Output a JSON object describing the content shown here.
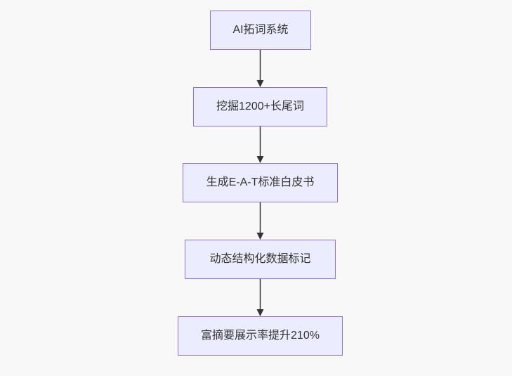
{
  "diagram": {
    "type": "flowchart",
    "direction": "top-down",
    "nodes": [
      {
        "label": "AI拓词系统"
      },
      {
        "label": "挖掘1200+长尾词"
      },
      {
        "label": "生成E-A-T标准白皮书"
      },
      {
        "label": "动态结构化数据标记"
      },
      {
        "label": "富摘要展示率提升210%"
      }
    ],
    "edges": [
      {
        "from": 0,
        "to": 1
      },
      {
        "from": 1,
        "to": 2
      },
      {
        "from": 2,
        "to": 3
      },
      {
        "from": 3,
        "to": 4
      }
    ],
    "colors": {
      "background": "#f8f8f8",
      "node_fill": "#ECECFF",
      "node_border": "#9370DB",
      "edge": "#333333",
      "text": "#333333"
    }
  }
}
